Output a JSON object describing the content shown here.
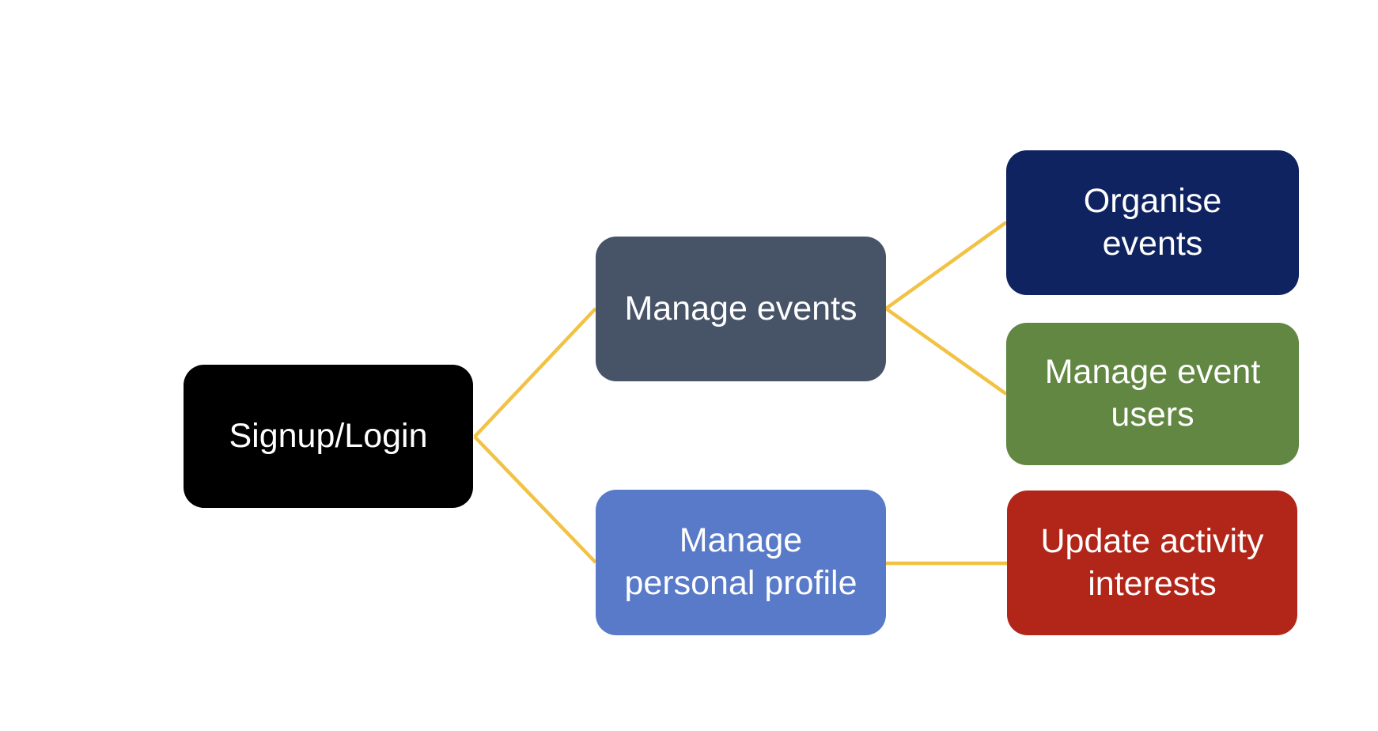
{
  "diagram": {
    "type": "flowchart",
    "connector_color": "#F2C245",
    "background_color": "#FFFFFF",
    "text_color": "#FFFFFF",
    "nodes": [
      {
        "id": "signup-login",
        "label": "Signup/Login",
        "color": "#000000"
      },
      {
        "id": "manage-events",
        "label": "Manage events",
        "color": "#475468"
      },
      {
        "id": "manage-personal-profile",
        "label": "Manage\npersonal profile",
        "color": "#587AC8"
      },
      {
        "id": "organise-events",
        "label": "Organise\nevents",
        "color": "#102361"
      },
      {
        "id": "manage-event-users",
        "label": "Manage event\nusers",
        "color": "#618742"
      },
      {
        "id": "update-activity-interests",
        "label": "Update activity\ninterests",
        "color": "#B2261A"
      }
    ],
    "edges": [
      {
        "from": "signup-login",
        "to": "manage-events"
      },
      {
        "from": "signup-login",
        "to": "manage-personal-profile"
      },
      {
        "from": "manage-events",
        "to": "organise-events"
      },
      {
        "from": "manage-events",
        "to": "manage-event-users"
      },
      {
        "from": "manage-personal-profile",
        "to": "update-activity-interests"
      }
    ]
  }
}
